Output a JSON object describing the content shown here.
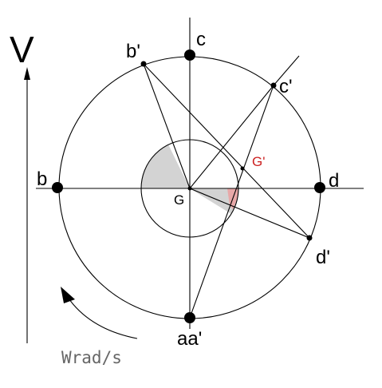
{
  "labels": {
    "V": "V",
    "b_prime": "b'",
    "c": "c",
    "c_prime": "c'",
    "g_prime": "G'",
    "b": "b",
    "d": "d",
    "g": "G",
    "d_prime": "d'",
    "aa_prime": "aa'",
    "omega": "Wrad/s"
  },
  "colors": {
    "line": "#000000",
    "shade": "#d3d3d3",
    "highlight": "#e8a8a8",
    "g_prime_label": "#cc2020"
  }
}
